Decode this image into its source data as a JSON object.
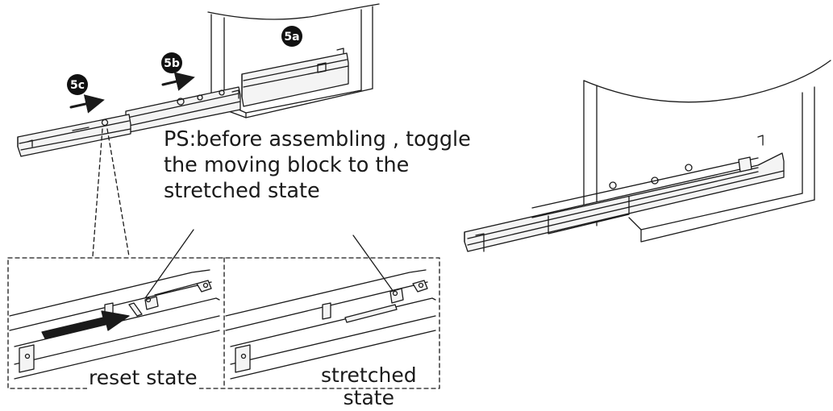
{
  "badges": {
    "step_5a": "5a",
    "step_5b": "5b",
    "step_5c": "5c"
  },
  "note": {
    "line1": "PS:before assembling , toggle",
    "line2": "the moving block to the",
    "line3": "stretched state"
  },
  "insets": {
    "reset_label": "reset state",
    "stretched_label_line1": "stretched",
    "stretched_label_line2": "state"
  },
  "colors": {
    "ink": "#1a1a1a",
    "rail_fill": "#f4f4f4",
    "badge_fill": "#111111"
  }
}
